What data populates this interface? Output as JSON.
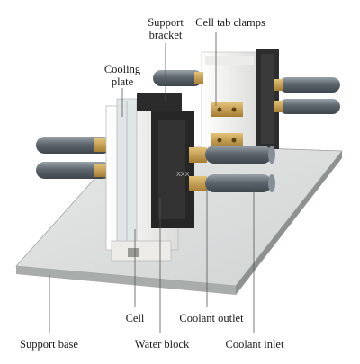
{
  "labels": {
    "support_bracket": [
      "Support",
      "bracket"
    ],
    "cell_tab_clamps": "Cell tab clamps",
    "cooling_plate": [
      "Cooling",
      "plate"
    ],
    "cell": "Cell",
    "coolant_outlet": "Coolant outlet",
    "support_base": "Support base",
    "water_block": "Water block",
    "coolant_inlet": "Coolant inlet"
  },
  "colors": {
    "base_glass": "#d9dcdb",
    "bracket_white": "#f4f4f2",
    "block_dark": "#2b2b2b",
    "tube_grey": "#6f7780",
    "brass": "#c9a253",
    "leader": "#555555"
  }
}
